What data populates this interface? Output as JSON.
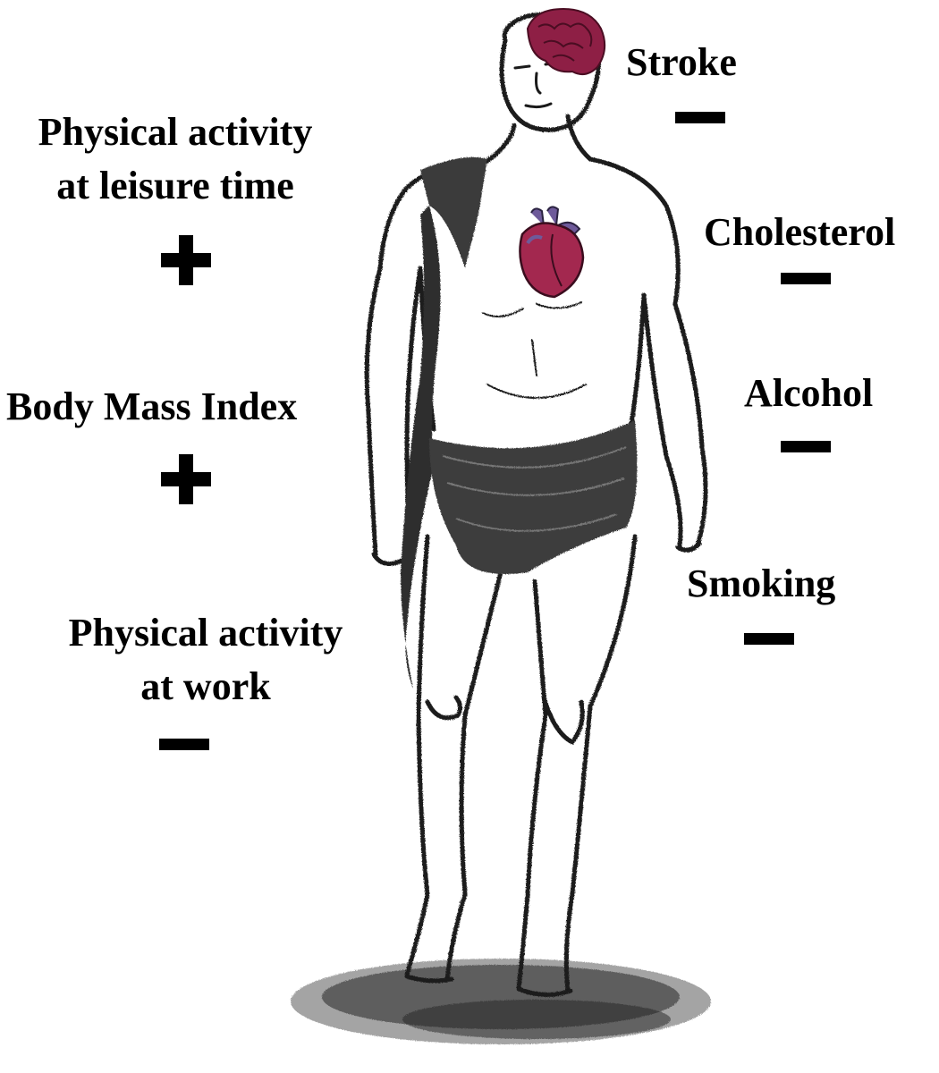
{
  "labels": {
    "stroke": "Stroke",
    "cholesterol": "Cholesterol",
    "alcohol": "Alcohol",
    "smoking": "Smoking",
    "leisure_line1": "Physical activity",
    "leisure_line2": "at leisure time",
    "bmi": "Body Mass Index",
    "work_line1": "Physical activity",
    "work_line2": "at work"
  },
  "factors": [
    {
      "name": "Stroke",
      "effect": "-"
    },
    {
      "name": "Cholesterol",
      "effect": "-"
    },
    {
      "name": "Alcohol",
      "effect": "-"
    },
    {
      "name": "Smoking",
      "effect": "-"
    },
    {
      "name": "Physical activity at leisure time",
      "effect": "+"
    },
    {
      "name": "Body Mass Index",
      "effect": "+"
    },
    {
      "name": "Physical activity at work",
      "effect": "-"
    }
  ],
  "colors": {
    "text": "#000000",
    "brain": "#8e1f45",
    "heart": "#a3284f",
    "heart_vessels": "#6e5a9a",
    "sketch": "#1a1a1a",
    "cloth": "#3a3a3a"
  },
  "icons": [
    "brain-icon",
    "heart-icon",
    "plus-icon",
    "minus-icon"
  ]
}
